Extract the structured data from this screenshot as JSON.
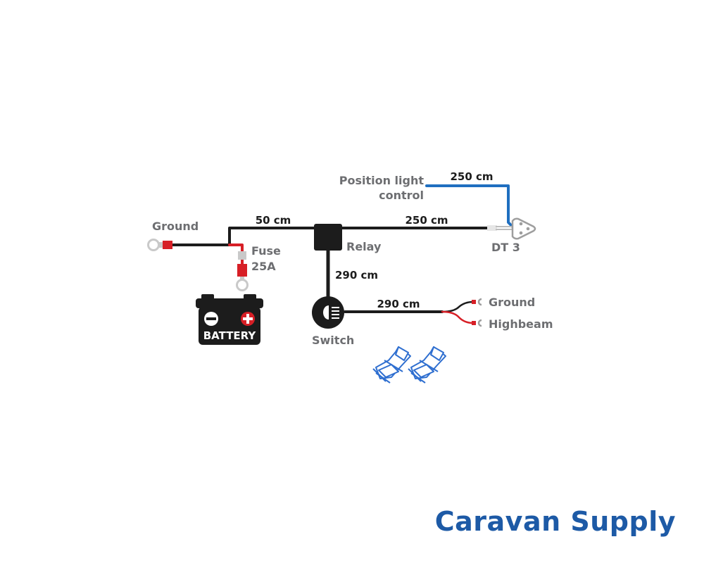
{
  "labels": {
    "ground_left": "Ground",
    "fuse_line1": "Fuse",
    "fuse_line2": "25A",
    "battery": "BATTERY",
    "relay": "Relay",
    "switch": "Switch",
    "dt3": "DT 3",
    "position_line1": "Position light",
    "position_line2": "control",
    "ground_right": "Ground",
    "highbeam": "Highbeam"
  },
  "lengths": {
    "battery_to_relay": "50 cm",
    "relay_to_dt3": "250 cm",
    "position_control": "250 cm",
    "relay_to_switch": "290 cm",
    "switch_to_outputs": "290 cm"
  },
  "brand": {
    "name": "Caravan Supply"
  },
  "colors": {
    "wire_black": "#1c1c1c",
    "wire_blue": "#1f6fc0",
    "wire_red": "#d71f26",
    "brand_blue": "#1d5aa6",
    "label_gray": "#6d6e71"
  },
  "icons": {
    "battery": "battery-icon",
    "switch": "headlight-switch-icon",
    "connector": "wire-tap-connector-icon"
  }
}
